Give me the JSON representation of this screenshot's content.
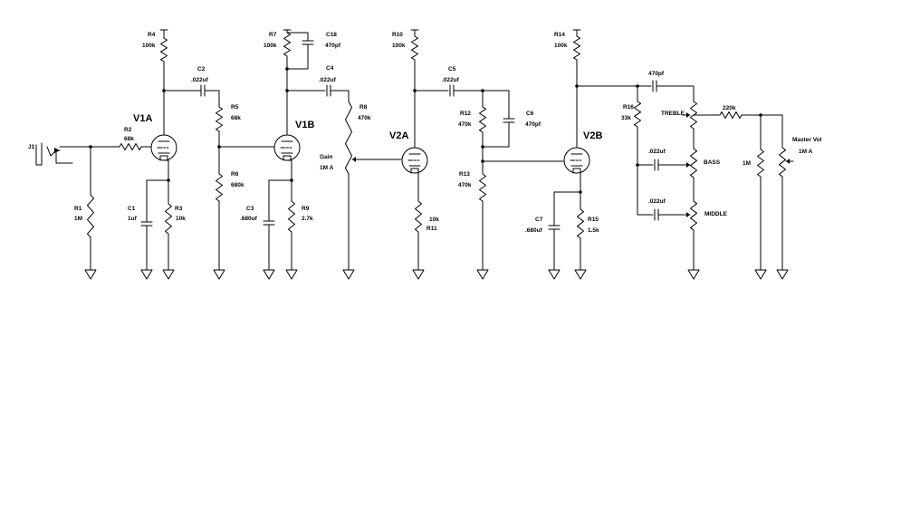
{
  "schematic": {
    "input_jack": "J1",
    "tubes": {
      "v1a": "V1A",
      "v1b": "V1B",
      "v2a": "V2A",
      "v2b": "V2B"
    },
    "labels": {
      "R4": "R4",
      "R4_val": "100k",
      "C2": "C2",
      "C2_val": ".022uf",
      "R2": "R2",
      "R2_val": "68k",
      "R1": "R1",
      "R1_val": "1M",
      "C1": "C1",
      "C1_val": "1uf",
      "R3": "R3",
      "R3_val": "10k",
      "R5": "R5",
      "R5_val": "68k",
      "R6": "R6",
      "R6_val": "680k",
      "R7": "R7",
      "R7_val": "100k",
      "C18": "C18",
      "C18_val": "470pf",
      "C4": "C4",
      "C4_val": ".022uf",
      "C3": "C3",
      "C3_val": ".680uf",
      "R9": "R9",
      "R9_val": "2.7k",
      "R8": "R8",
      "R8_val": "470k",
      "gain": "Gain",
      "gain_val": "1M A",
      "R10": "R10",
      "R10_val": "100k",
      "C5": "C5",
      "C5_val": ".022uf",
      "R11": "R11",
      "R11_val": "10k",
      "R12": "R12",
      "R12_val": "470k",
      "C6": "C6",
      "C6_val": "470pf",
      "R13": "R13",
      "R13_val": "470k",
      "R14": "R14",
      "R14_val": "100k",
      "C7": "C7",
      "C7_val": ".680uf",
      "R15": "R15",
      "R15_val": "1.5k",
      "R16": "R16",
      "R16_val": "33k",
      "treble_cap_val": "470pf",
      "treble": "TREBLE",
      "bass_cap_val": ".022uf",
      "bass": "BASS",
      "middle_cap_val": ".022uf",
      "middle": "MIDDLE",
      "series_res_val": "220k",
      "shunt_res_val": "1M",
      "master": "Master Vol",
      "master_val": "1M A"
    }
  }
}
